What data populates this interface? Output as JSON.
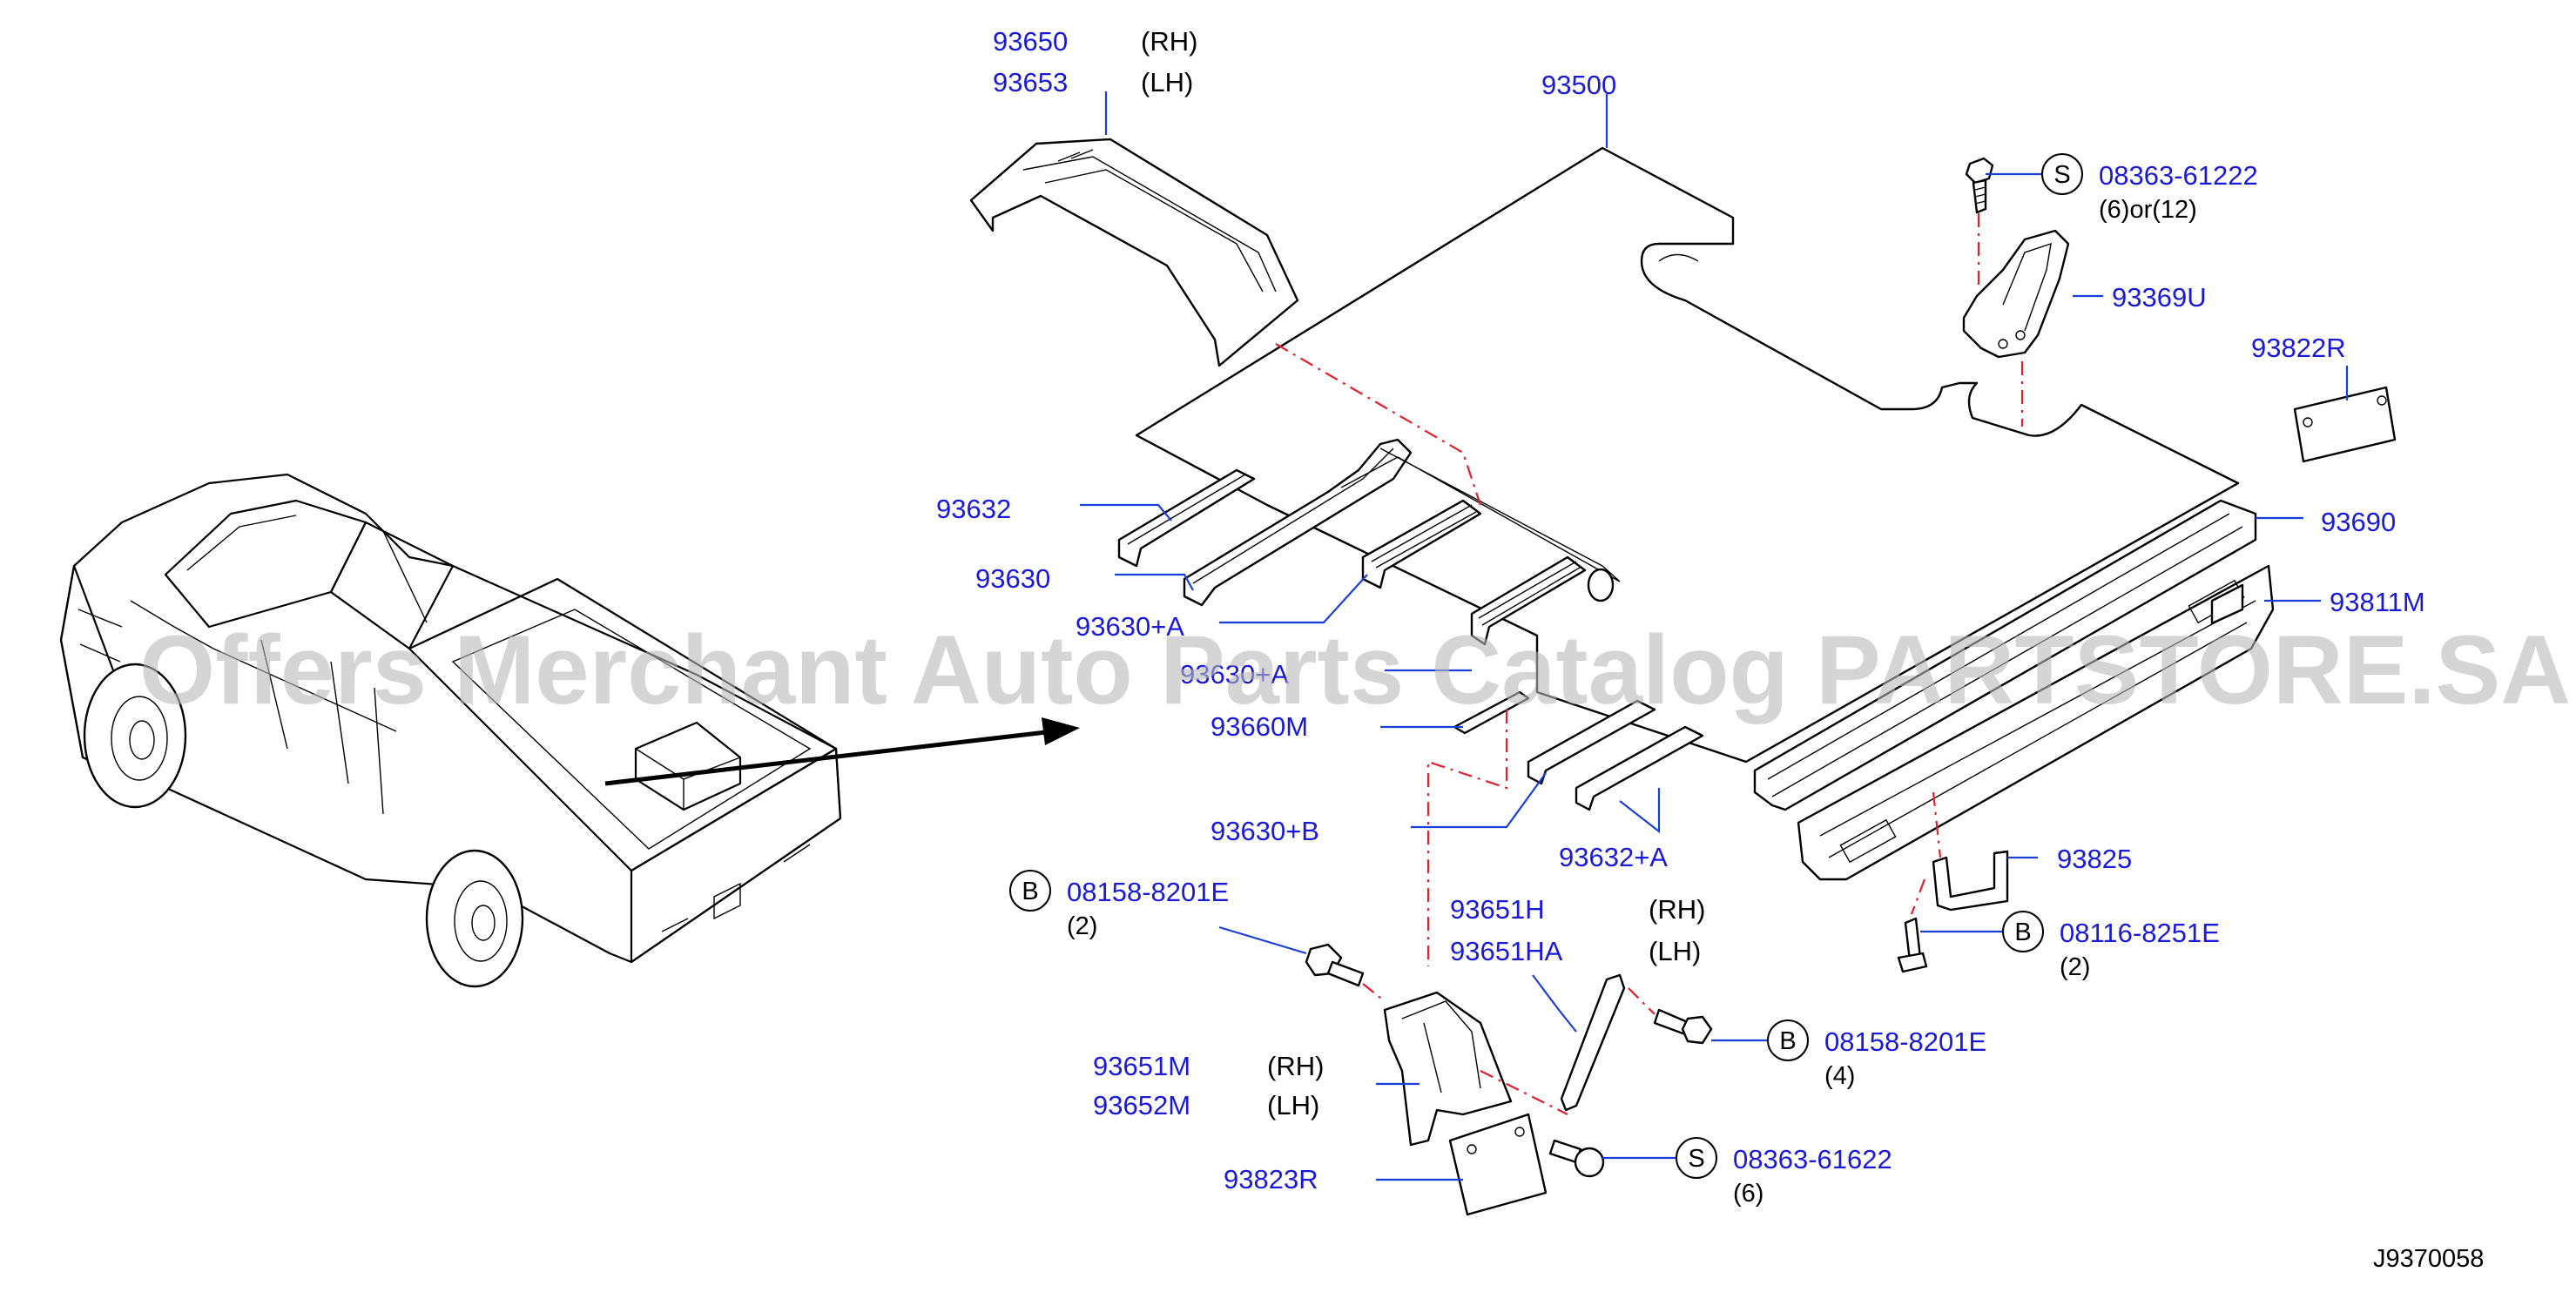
{
  "labels": {
    "p93650": "93650",
    "p93650_side": "(RH)",
    "p93653": "93653",
    "p93653_side": "(LH)",
    "p93500": "93500",
    "p93632": "93632",
    "p93630": "93630",
    "p93630a": "93630+A",
    "p93630k": "93630+A",
    "p93660m": "93660M",
    "p93630b": "93630+B",
    "p93632a": "93632+A",
    "p93369u": "93369U",
    "p93822r": "93822R",
    "p93690": "93690",
    "p93811m": "93811M",
    "p93825": "93825",
    "p93651h": "93651H",
    "p93651h_side": "(RH)",
    "p93651ha": "93651HA",
    "p93651ha_side": "(LH)",
    "p93651m": "93651M",
    "p93651m_side": "(RH)",
    "p93652m": "93652M",
    "p93652m_side": "(LH)",
    "p93823r": "93823R"
  },
  "fasteners": {
    "s1": {
      "symbol": "S",
      "part": "08363-61222",
      "qty": "(6)or(12)"
    },
    "b1": {
      "symbol": "B",
      "part": "08158-8201E",
      "qty": "(2)"
    },
    "b2": {
      "symbol": "B",
      "part": "08116-8251E",
      "qty": "(2)"
    },
    "b3": {
      "symbol": "B",
      "part": "08158-8201E",
      "qty": "(4)"
    },
    "s2": {
      "symbol": "S",
      "part": "08363-61622",
      "qty": "(6)"
    }
  },
  "diagram_code": "J9370058",
  "watermark": "Offers Merchant Auto Parts Catalog PARTSTORE.SA",
  "colors": {
    "label": "#1a1ad6",
    "leader": "#1a3fd6",
    "centerline": "#e0202a",
    "watermark": "#b9b9b9"
  }
}
